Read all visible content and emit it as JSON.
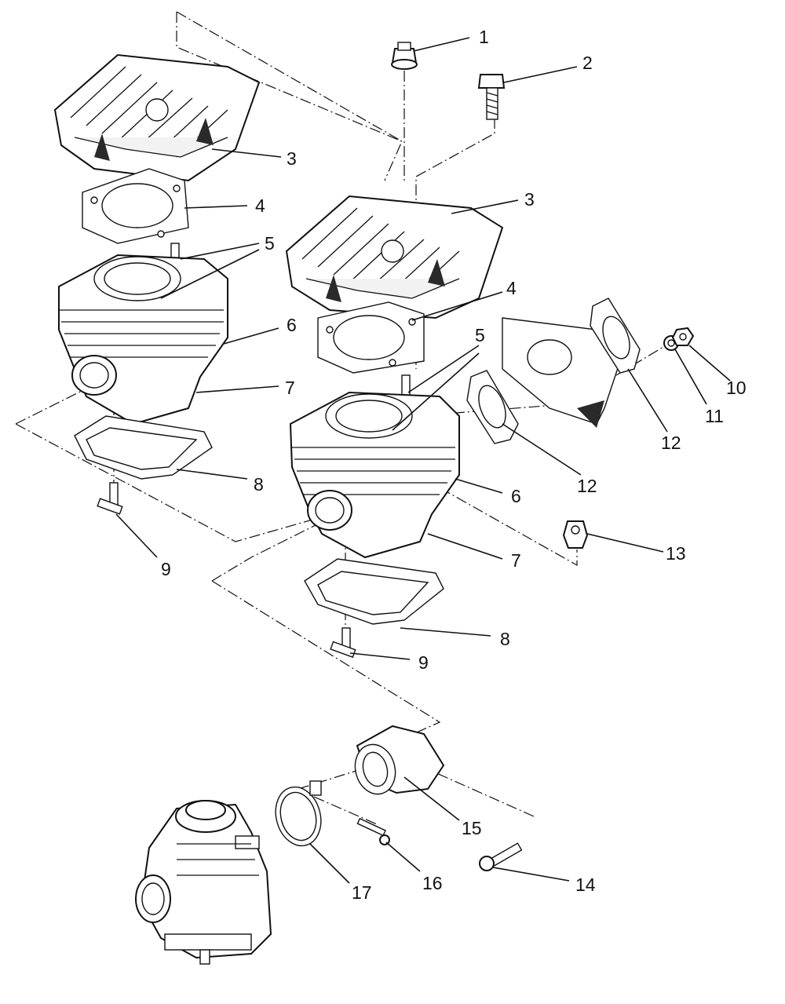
{
  "callouts": [
    {
      "id": "c1",
      "label": "1"
    },
    {
      "id": "c2",
      "label": "2"
    },
    {
      "id": "c3a",
      "label": "3"
    },
    {
      "id": "c3b",
      "label": "3"
    },
    {
      "id": "c4a",
      "label": "4"
    },
    {
      "id": "c4b",
      "label": "4"
    },
    {
      "id": "c5a",
      "label": "5"
    },
    {
      "id": "c5b",
      "label": "5"
    },
    {
      "id": "c6a",
      "label": "6"
    },
    {
      "id": "c6b",
      "label": "6"
    },
    {
      "id": "c7a",
      "label": "7"
    },
    {
      "id": "c7b",
      "label": "7"
    },
    {
      "id": "c8a",
      "label": "8"
    },
    {
      "id": "c8b",
      "label": "8"
    },
    {
      "id": "c9a",
      "label": "9"
    },
    {
      "id": "c9b",
      "label": "9"
    },
    {
      "id": "c10",
      "label": "10"
    },
    {
      "id": "c11",
      "label": "11"
    },
    {
      "id": "c12a",
      "label": "12"
    },
    {
      "id": "c12b",
      "label": "12"
    },
    {
      "id": "c13",
      "label": "13"
    },
    {
      "id": "c14",
      "label": "14"
    },
    {
      "id": "c15",
      "label": "15"
    },
    {
      "id": "c16",
      "label": "16"
    },
    {
      "id": "c17",
      "label": "17"
    }
  ]
}
